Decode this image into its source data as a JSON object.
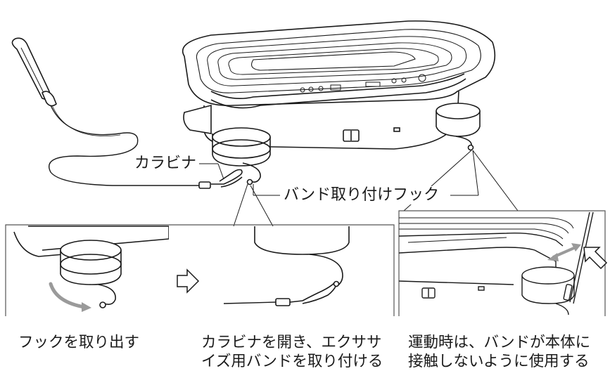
{
  "labels": {
    "carabiner": "カラビナ",
    "band_hook": "バンド取り付けフック"
  },
  "steps": [
    {
      "caption": "フックを取り出す"
    },
    {
      "caption": "カラビナを開き、エクササ\nイズ用バンドを取り付ける"
    },
    {
      "caption": "運動時は、バンドが本体に\n接触しないように使用する"
    }
  ],
  "icons": {
    "step_arrow": "outline-right-arrow-icon",
    "caution_arrow": "outline-diagonal-arrow-icon",
    "rotate": "rotation-arrow-icon"
  },
  "colors": {
    "line": "#1a1a1a",
    "gray_arrow": "#9a9a9a",
    "panel_border": "#555555"
  }
}
